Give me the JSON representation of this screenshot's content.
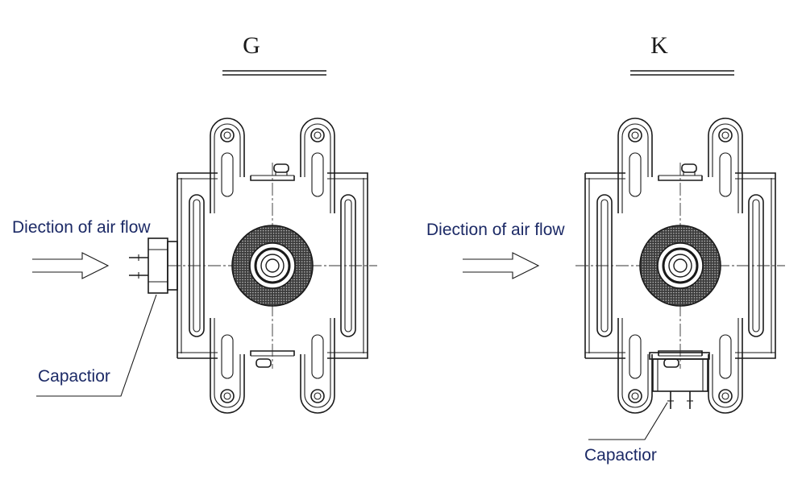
{
  "diagrams": [
    {
      "id": "g",
      "title": "G",
      "air_flow_label": "Diection of air flow",
      "capacitor_label": "Capactior"
    },
    {
      "id": "k",
      "title": "K",
      "air_flow_label": "Diection of air flow",
      "capacitor_label": "Capactior"
    }
  ],
  "colors": {
    "label_text": "#1c2a66",
    "line": "#1a1a1a"
  }
}
